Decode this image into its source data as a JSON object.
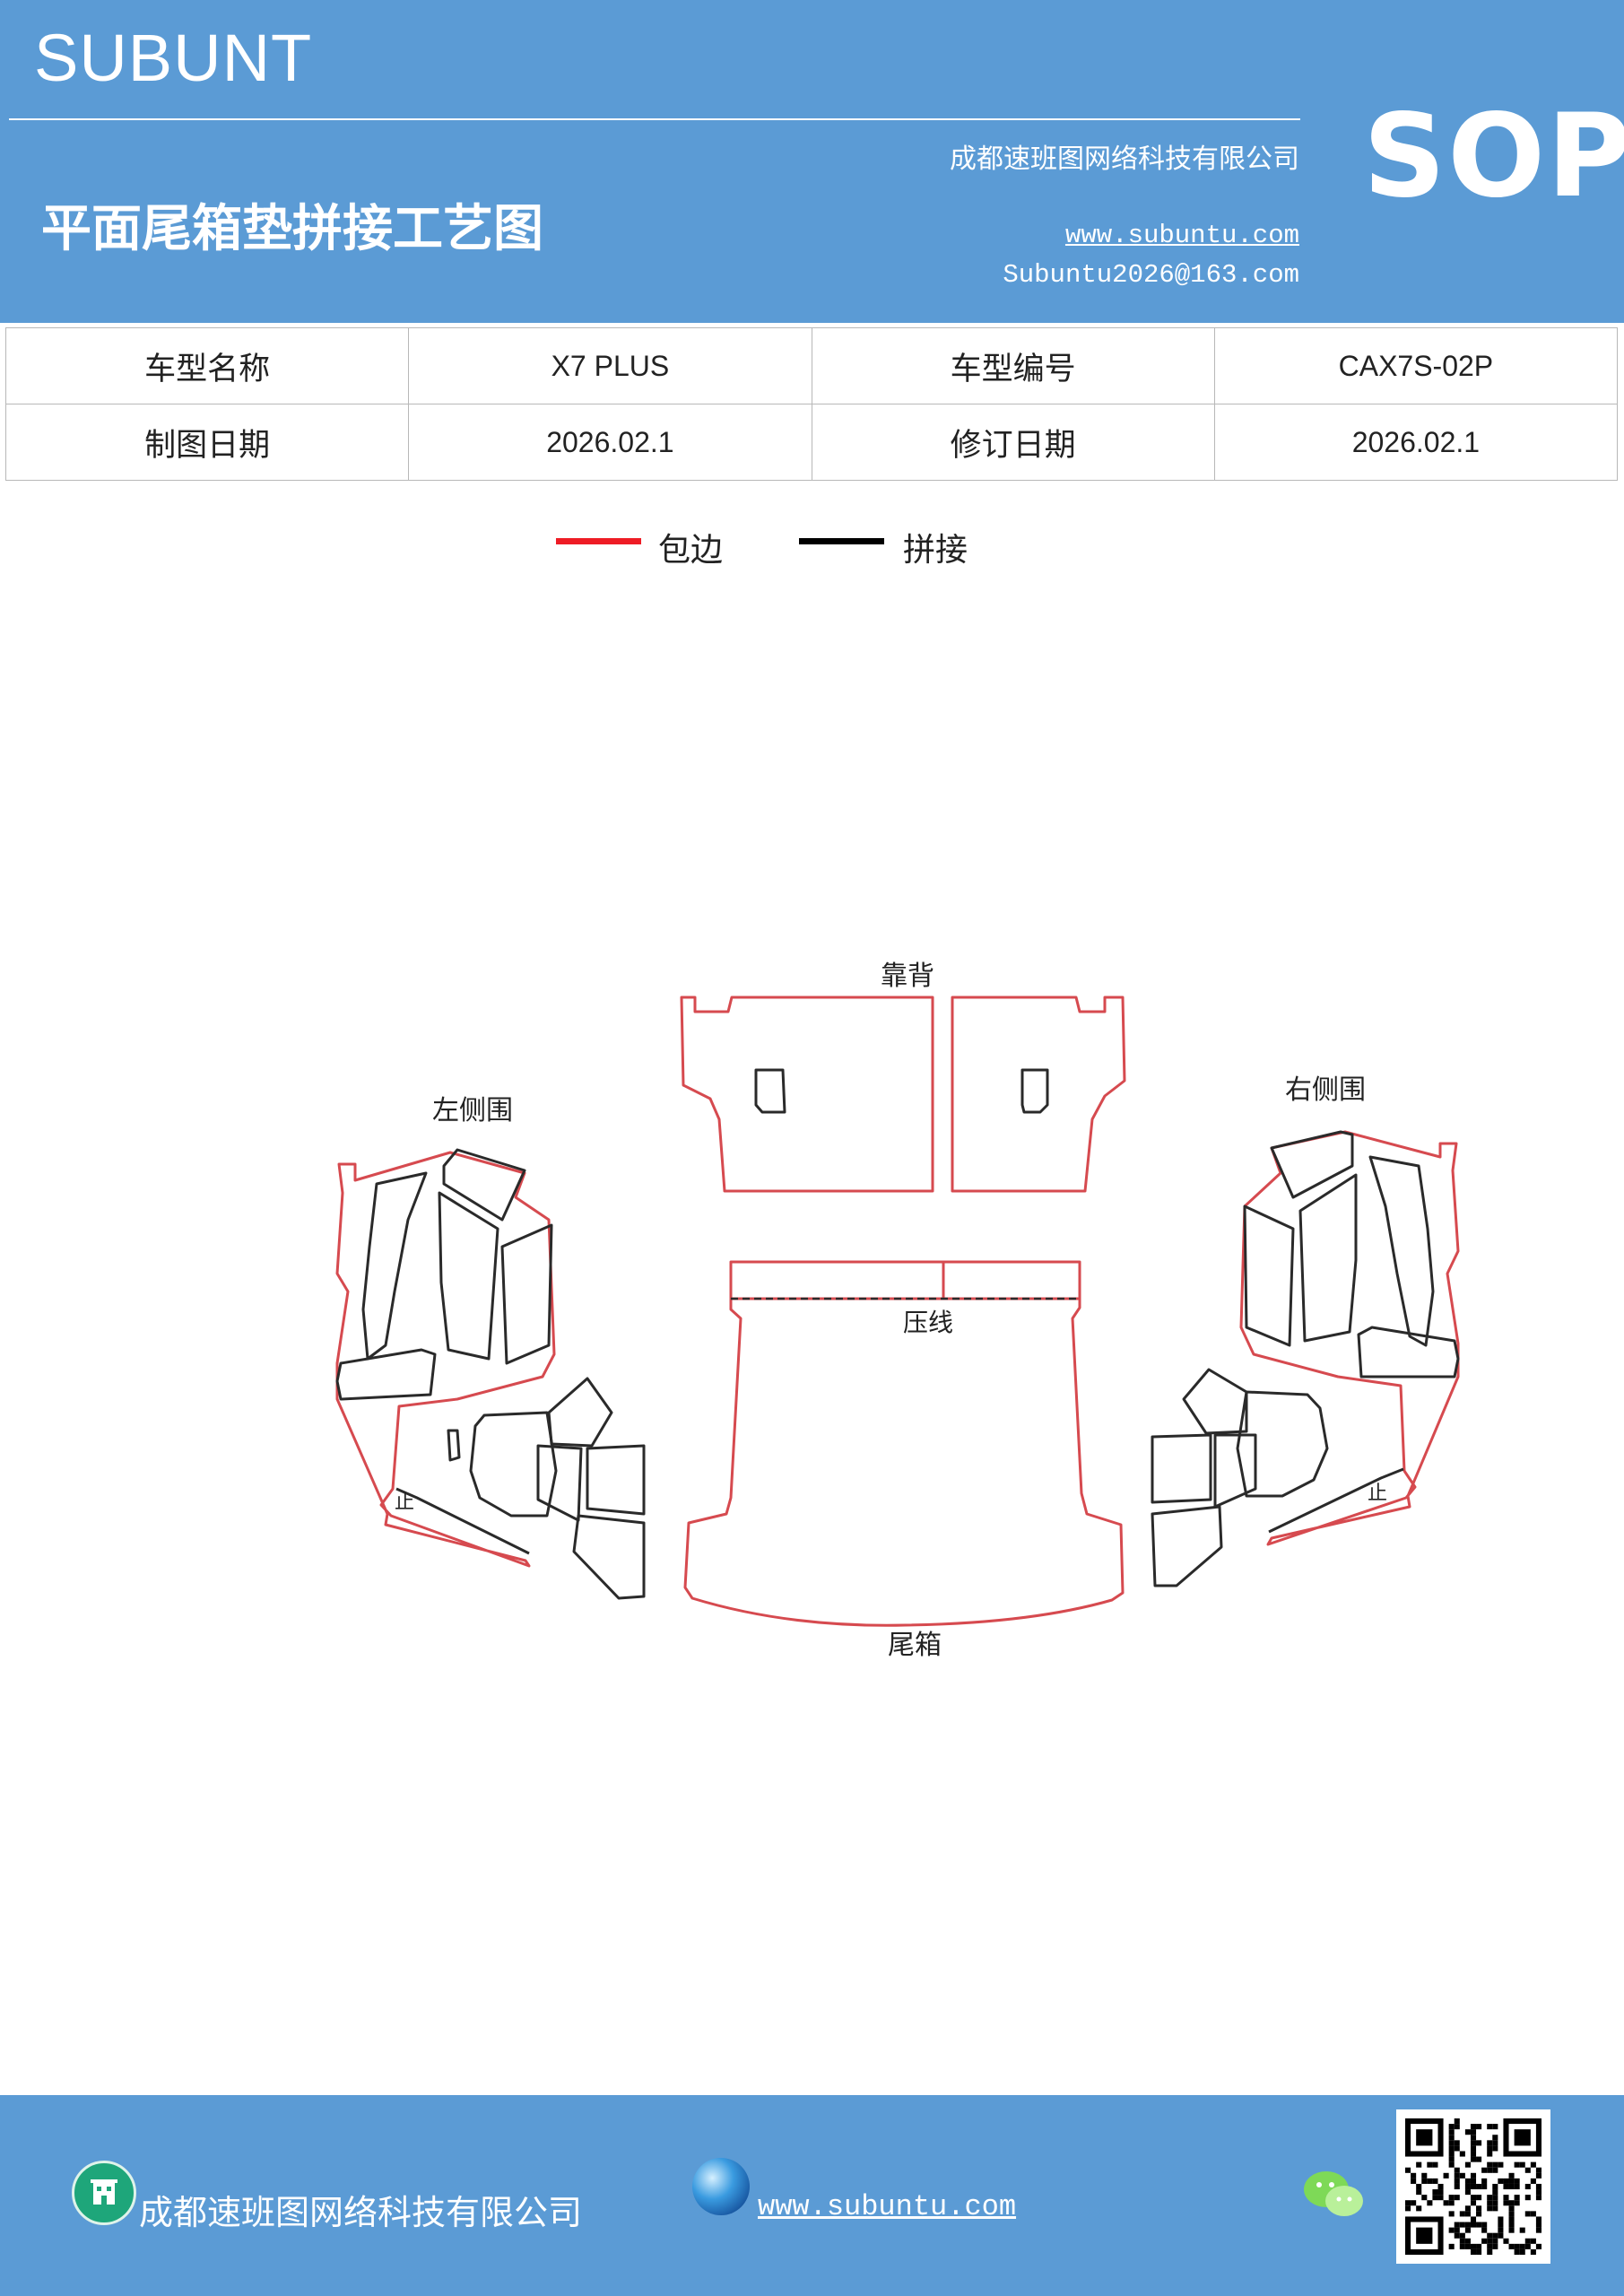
{
  "header": {
    "brand": "SUBUNT",
    "doc_title": "平面尾箱垫拼接工艺图",
    "company": "成都速班图网络科技有限公司",
    "website": "www.subuntu.com",
    "email": "Subuntu2026@163.com",
    "badge": "SOP",
    "color": "#5b9bd5"
  },
  "info": {
    "rows": [
      [
        "车型名称",
        "X7  PLUS",
        "车型编号",
        "CAX7S-02P"
      ],
      [
        "制图日期",
        "2026.02.1",
        "修订日期",
        "2026.02.1"
      ]
    ]
  },
  "legend": [
    {
      "label": "包边",
      "color": "#ee1c25"
    },
    {
      "label": "拼接",
      "color": "#000000"
    }
  ],
  "drawing": {
    "labels": {
      "back": "靠背",
      "left": "左侧围",
      "right": "右侧围",
      "crease": "压线",
      "trunk": "尾箱",
      "mark": "止"
    },
    "edge_color": "#d64a4f",
    "seam_color": "#2a2a2a"
  },
  "footer": {
    "company": "成都速班图网络科技有限公司",
    "website": "www.subuntu.com",
    "icons": [
      "building-icon",
      "globe-icon",
      "wechat-icon",
      "qr-code"
    ]
  }
}
